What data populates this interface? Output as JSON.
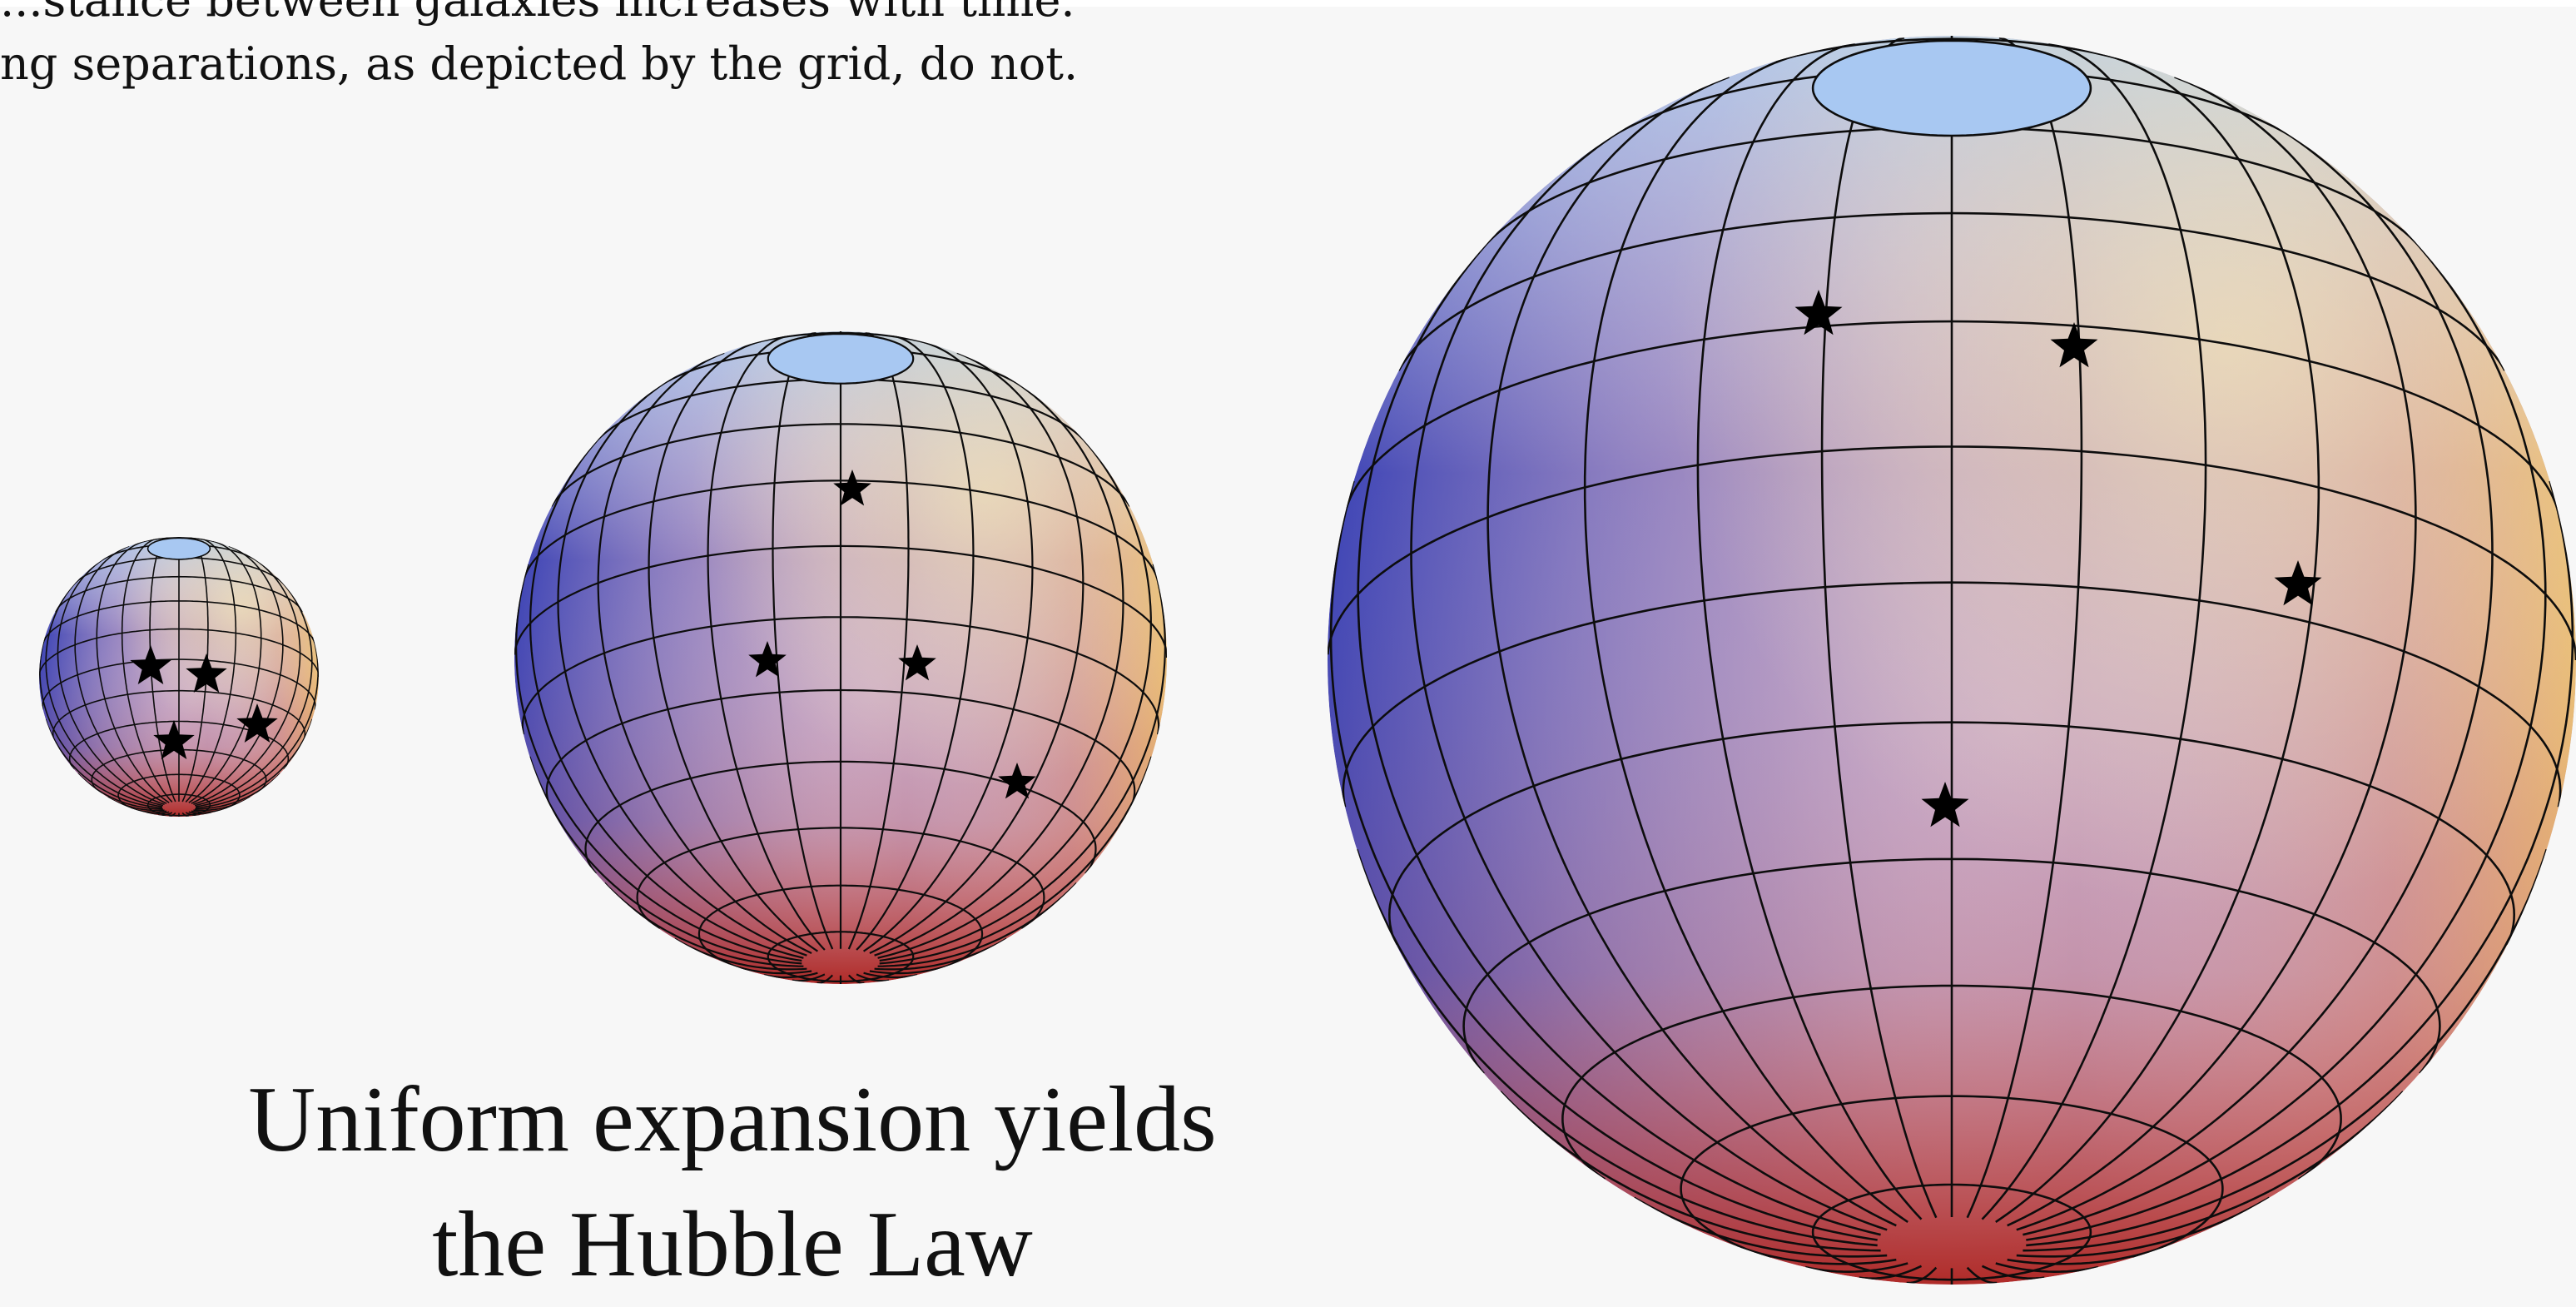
{
  "caption": {
    "line1": "...stance between galaxies increases with time.",
    "line2": "ng separations, as depicted by the grid, do not."
  },
  "title": {
    "line1": "Uniform expansion yields",
    "line2": "the Hubble Law"
  },
  "colors": {
    "background": "#f7f7f7",
    "grid": "#0d0d0d",
    "star": "#000000",
    "pole_cap": "#a8c8f2",
    "shade_blue": "#2a3fbf",
    "shade_violet": "#a890c8",
    "shade_rose": "#c07a8a",
    "shade_orange": "#e0955a",
    "shade_yellow": "#f5e08a"
  },
  "spheres": [
    {
      "name": "small-sphere",
      "grid": {
        "latitudes": 14,
        "longitudes": 30
      }
    },
    {
      "name": "medium-sphere",
      "grid": {
        "latitudes": 14,
        "longitudes": 30
      }
    },
    {
      "name": "large-sphere",
      "grid": {
        "latitudes": 14,
        "longitudes": 30
      }
    }
  ],
  "star_icon": "star-icon"
}
